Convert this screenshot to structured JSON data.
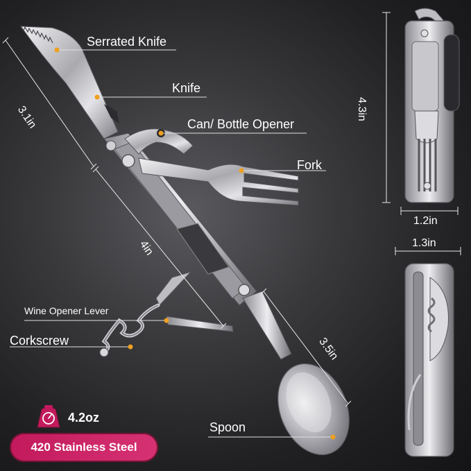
{
  "callouts": {
    "serrated_knife": "Serrated Knife",
    "knife": "Knife",
    "can_bottle_opener": "Can/ Bottle Opener",
    "fork": "Fork",
    "wine_opener_lever": "Wine Opener Lever",
    "corkscrew": "Corkscrew",
    "spoon": "Spoon"
  },
  "dimensions": {
    "blade_length": "3.1in",
    "body_length": "4in",
    "spoon_length": "3.5in",
    "closed_height": "4.3in",
    "closed_width": "1.2in",
    "closed_thickness": "1.3in"
  },
  "specs": {
    "weight": "4.2oz",
    "weight_icon": "scale-icon",
    "material": "420 Stainless Steel"
  },
  "colors": {
    "accent_dot": "#f0a020",
    "badge": "#c21a5c",
    "steel": "#c8c8cc"
  }
}
